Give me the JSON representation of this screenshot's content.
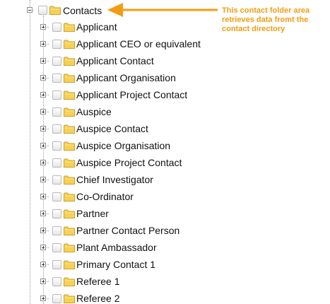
{
  "tree": {
    "root": {
      "label": "Contacts",
      "expanded": true
    },
    "children": [
      {
        "label": "Applicant"
      },
      {
        "label": "Applicant CEO or equivalent"
      },
      {
        "label": "Applicant Contact"
      },
      {
        "label": "Applicant Organisation"
      },
      {
        "label": "Applicant Project Contact"
      },
      {
        "label": "Auspice"
      },
      {
        "label": "Auspice Contact"
      },
      {
        "label": "Auspice Organisation"
      },
      {
        "label": "Auspice Project Contact"
      },
      {
        "label": "Chief Investigator"
      },
      {
        "label": "Co-Ordinator"
      },
      {
        "label": "Partner"
      },
      {
        "label": "Partner Contact Person"
      },
      {
        "label": "Plant Ambassador"
      },
      {
        "label": "Primary Contact 1"
      },
      {
        "label": "Referee 1"
      },
      {
        "label": "Referee 2"
      }
    ]
  },
  "annotation": {
    "text": "This contact folder area retrieves data fromt the contact directory",
    "color": "#f39c12"
  },
  "colors": {
    "folder_fill": "#f7d154",
    "folder_stroke": "#c9a02a",
    "tree_lines": "#9a9a9a"
  }
}
